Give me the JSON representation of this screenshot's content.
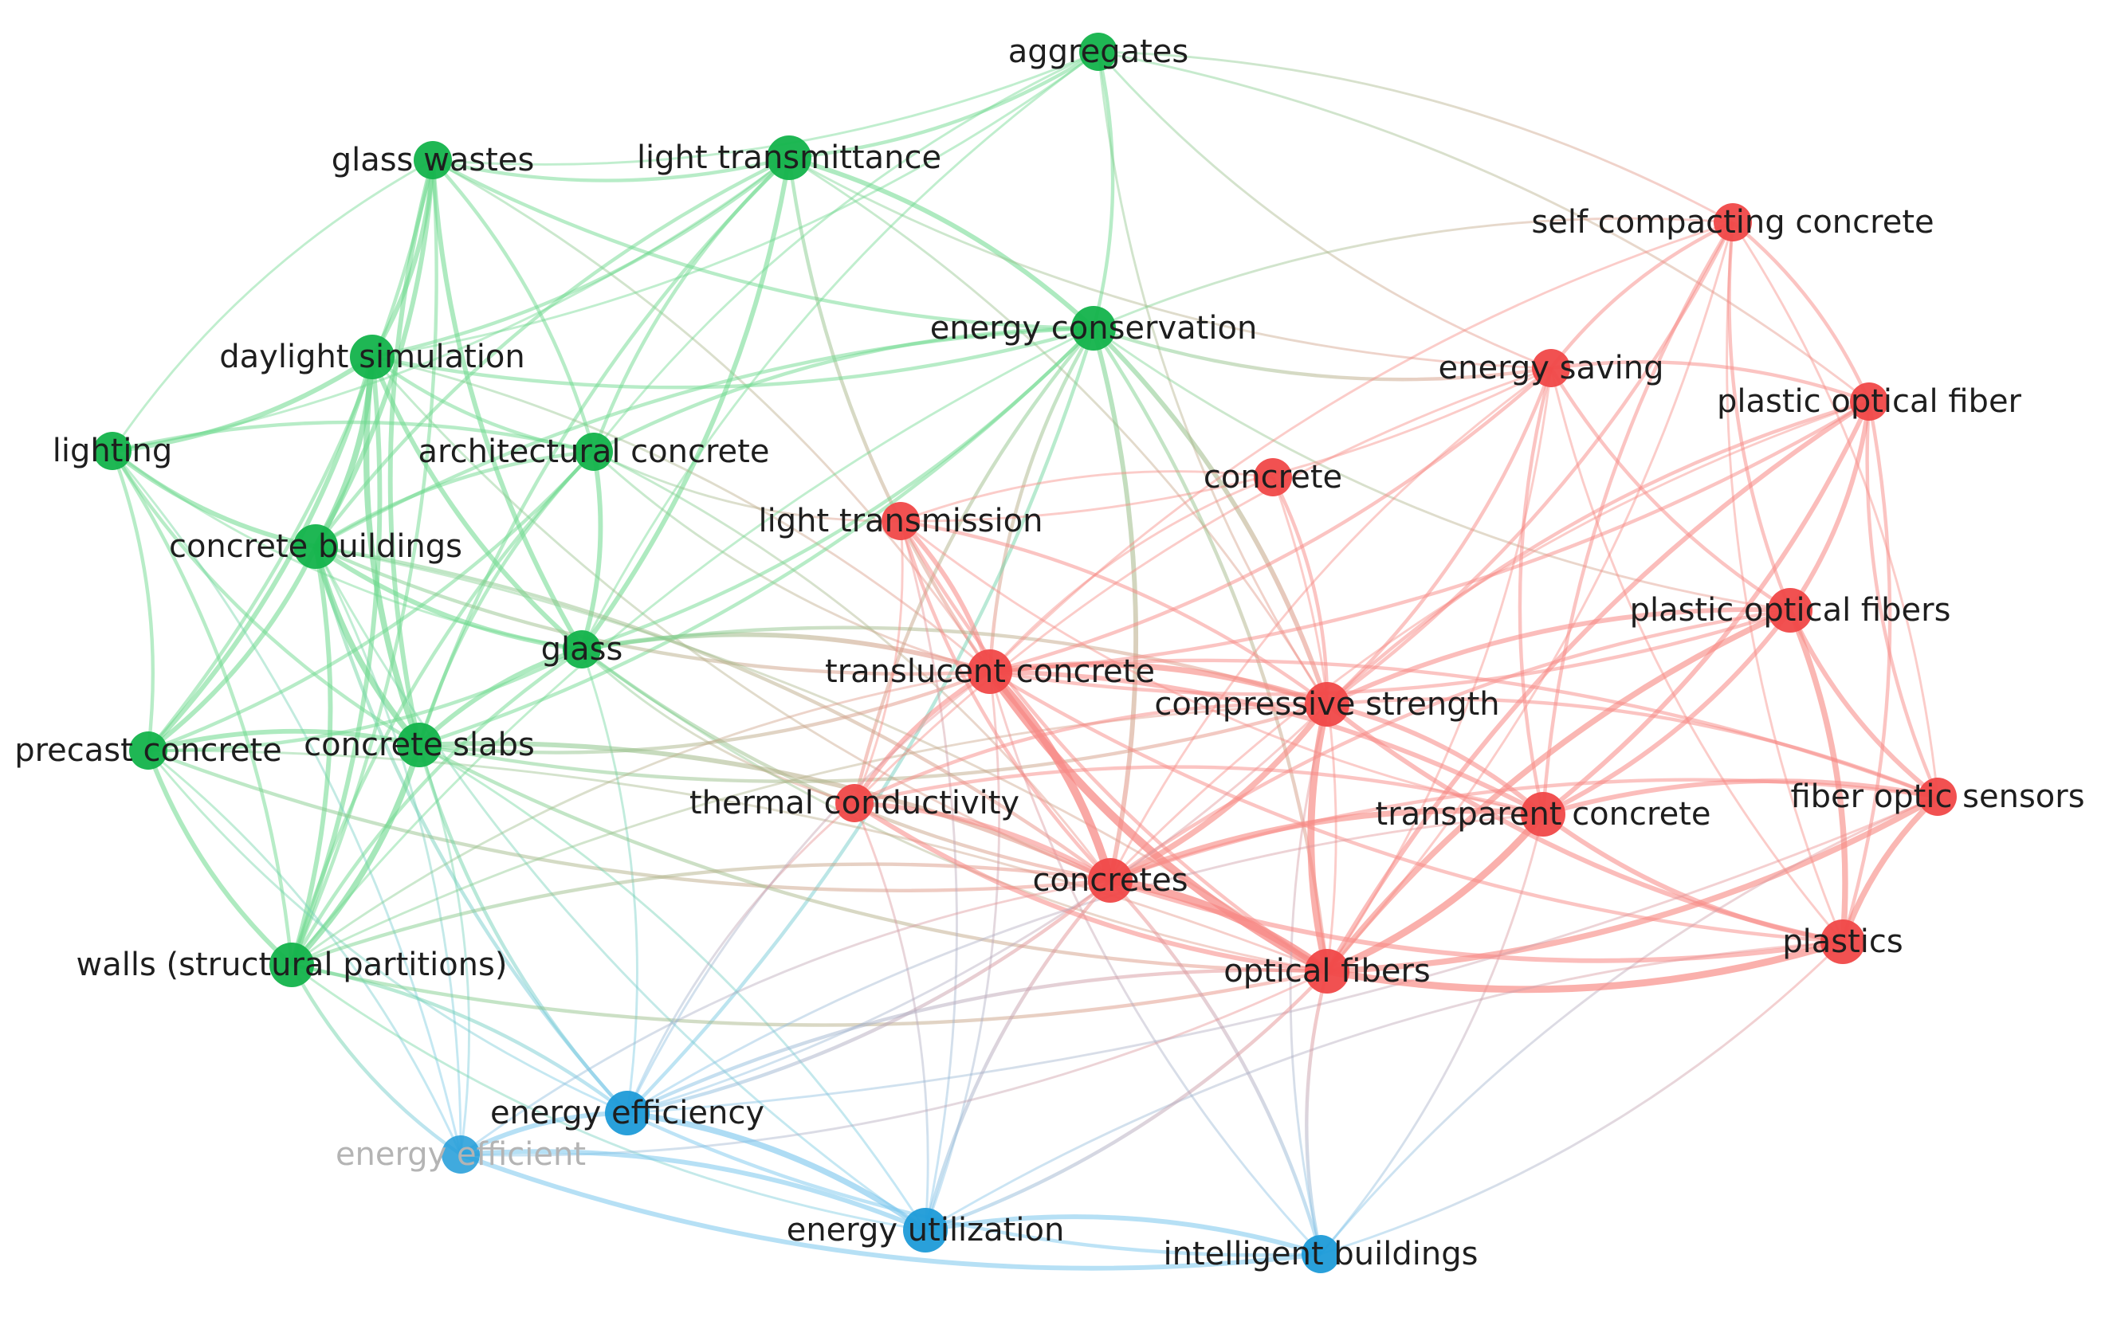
{
  "clusters": {
    "green": {
      "color": "#13b34b",
      "edge_color": "#6fd98f"
    },
    "red": {
      "color": "#f04848",
      "edge_color": "#f78a85"
    },
    "blue": {
      "color": "#1e9bd8",
      "edge_color": "#7cc7ee"
    }
  },
  "nodes": [
    {
      "id": "aggregates",
      "label": "aggregates",
      "cluster": "green",
      "weight": 2
    },
    {
      "id": "glass-wastes",
      "label": "glass wastes",
      "cluster": "green",
      "weight": 2
    },
    {
      "id": "light-transmittance",
      "label": "light transmittance",
      "cluster": "green",
      "weight": 3
    },
    {
      "id": "daylight-simulation",
      "label": "daylight simulation",
      "cluster": "green",
      "weight": 3
    },
    {
      "id": "lighting",
      "label": "lighting",
      "cluster": "green",
      "weight": 2
    },
    {
      "id": "architectural-concrete",
      "label": "architectural concrete",
      "cluster": "green",
      "weight": 2
    },
    {
      "id": "energy-conservation",
      "label": "energy conservation",
      "cluster": "green",
      "weight": 3
    },
    {
      "id": "concrete-buildings",
      "label": "concrete buildings",
      "cluster": "green",
      "weight": 3
    },
    {
      "id": "glass",
      "label": "glass",
      "cluster": "green",
      "weight": 2
    },
    {
      "id": "precast-concrete",
      "label": "precast concrete",
      "cluster": "green",
      "weight": 2
    },
    {
      "id": "concrete-slabs",
      "label": "concrete slabs",
      "cluster": "green",
      "weight": 3
    },
    {
      "id": "walls",
      "label": "walls (structural partitions)",
      "cluster": "green",
      "weight": 3
    },
    {
      "id": "self-compacting-concrete",
      "label": "self compacting concrete",
      "cluster": "red",
      "weight": 2
    },
    {
      "id": "energy-saving",
      "label": "energy saving",
      "cluster": "red",
      "weight": 2
    },
    {
      "id": "plastic-optical-fiber",
      "label": "plastic optical fiber",
      "cluster": "red",
      "weight": 2
    },
    {
      "id": "concrete",
      "label": "concrete",
      "cluster": "red",
      "weight": 2
    },
    {
      "id": "light-transmission",
      "label": "light transmission",
      "cluster": "red",
      "weight": 2
    },
    {
      "id": "plastic-optical-fibers",
      "label": "plastic optical fibers",
      "cluster": "red",
      "weight": 3
    },
    {
      "id": "translucent-concrete",
      "label": "translucent concrete",
      "cluster": "red",
      "weight": 3
    },
    {
      "id": "compressive-strength",
      "label": "compressive strength",
      "cluster": "red",
      "weight": 3
    },
    {
      "id": "thermal-conductivity",
      "label": "thermal conductivity",
      "cluster": "red",
      "weight": 2
    },
    {
      "id": "transparent-concrete",
      "label": "transparent concrete",
      "cluster": "red",
      "weight": 3
    },
    {
      "id": "fiber-optic-sensors",
      "label": "fiber optic sensors",
      "cluster": "red",
      "weight": 2
    },
    {
      "id": "concretes",
      "label": "concretes",
      "cluster": "red",
      "weight": 3
    },
    {
      "id": "plastics",
      "label": "plastics",
      "cluster": "red",
      "weight": 3
    },
    {
      "id": "optical-fibers",
      "label": "optical fibers",
      "cluster": "red",
      "weight": 3
    },
    {
      "id": "energy-efficiency",
      "label": "energy efficiency",
      "cluster": "blue",
      "weight": 3
    },
    {
      "id": "energy-efficient",
      "label": "energy efficient",
      "cluster": "blue",
      "weight": 2,
      "faded": true
    },
    {
      "id": "energy-utilization",
      "label": "energy utilization",
      "cluster": "blue",
      "weight": 3
    },
    {
      "id": "intelligent-buildings",
      "label": "intelligent buildings",
      "cluster": "blue",
      "weight": 2
    }
  ],
  "edges": [
    [
      "glass-wastes",
      "light-transmittance",
      2
    ],
    [
      "glass-wastes",
      "daylight-simulation",
      3
    ],
    [
      "glass-wastes",
      "lighting",
      1
    ],
    [
      "glass-wastes",
      "architectural-concrete",
      2
    ],
    [
      "glass-wastes",
      "energy-conservation",
      2
    ],
    [
      "glass-wastes",
      "concrete-buildings",
      3
    ],
    [
      "glass-wastes",
      "glass",
      3
    ],
    [
      "glass-wastes",
      "precast-concrete",
      2
    ],
    [
      "glass-wastes",
      "concrete-slabs",
      3
    ],
    [
      "glass-wastes",
      "walls",
      2
    ],
    [
      "glass-wastes",
      "aggregates",
      1
    ],
    [
      "glass-wastes",
      "translucent-concrete",
      1
    ],
    [
      "light-transmittance",
      "aggregates",
      2
    ],
    [
      "light-transmittance",
      "daylight-simulation",
      2
    ],
    [
      "light-transmittance",
      "architectural-concrete",
      2
    ],
    [
      "light-transmittance",
      "energy-conservation",
      3
    ],
    [
      "light-transmittance",
      "concrete-buildings",
      2
    ],
    [
      "light-transmittance",
      "glass",
      3
    ],
    [
      "light-transmittance",
      "concrete-slabs",
      2
    ],
    [
      "light-transmittance",
      "lighting",
      1
    ],
    [
      "light-transmittance",
      "translucent-concrete",
      2
    ],
    [
      "light-transmittance",
      "compressive-strength",
      1
    ],
    [
      "light-transmittance",
      "energy-saving",
      1
    ],
    [
      "aggregates",
      "energy-conservation",
      2
    ],
    [
      "aggregates",
      "glass",
      1
    ],
    [
      "aggregates",
      "daylight-simulation",
      1
    ],
    [
      "aggregates",
      "architectural-concrete",
      1
    ],
    [
      "aggregates",
      "self-compacting-concrete",
      1
    ],
    [
      "aggregates",
      "energy-saving",
      1
    ],
    [
      "aggregates",
      "plastic-optical-fiber",
      1
    ],
    [
      "aggregates",
      "compressive-strength",
      1
    ],
    [
      "daylight-simulation",
      "lighting",
      3
    ],
    [
      "daylight-simulation",
      "architectural-concrete",
      2
    ],
    [
      "daylight-simulation",
      "concrete-buildings",
      4
    ],
    [
      "daylight-simulation",
      "glass",
      3
    ],
    [
      "daylight-simulation",
      "precast-concrete",
      3
    ],
    [
      "daylight-simulation",
      "concrete-slabs",
      4
    ],
    [
      "daylight-simulation",
      "walls",
      3
    ],
    [
      "daylight-simulation",
      "energy-conservation",
      2
    ],
    [
      "daylight-simulation",
      "translucent-concrete",
      1
    ],
    [
      "daylight-simulation",
      "concretes",
      1
    ],
    [
      "lighting",
      "architectural-concrete",
      2
    ],
    [
      "lighting",
      "concrete-buildings",
      3
    ],
    [
      "lighting",
      "precast-concrete",
      2
    ],
    [
      "lighting",
      "concrete-slabs",
      2
    ],
    [
      "lighting",
      "walls",
      2
    ],
    [
      "lighting",
      "glass",
      1
    ],
    [
      "lighting",
      "energy-efficient",
      1
    ],
    [
      "architectural-concrete",
      "concrete-buildings",
      2
    ],
    [
      "architectural-concrete",
      "glass",
      3
    ],
    [
      "architectural-concrete",
      "concrete-slabs",
      2
    ],
    [
      "architectural-concrete",
      "precast-concrete",
      2
    ],
    [
      "architectural-concrete",
      "walls",
      2
    ],
    [
      "architectural-concrete",
      "energy-conservation",
      2
    ],
    [
      "architectural-concrete",
      "translucent-concrete",
      1
    ],
    [
      "architectural-concrete",
      "concretes",
      1
    ],
    [
      "architectural-concrete",
      "light-transmission",
      1
    ],
    [
      "energy-conservation",
      "glass",
      2
    ],
    [
      "energy-conservation",
      "concrete-buildings",
      2
    ],
    [
      "energy-conservation",
      "concrete-slabs",
      2
    ],
    [
      "energy-conservation",
      "energy-saving",
      2
    ],
    [
      "energy-conservation",
      "compressive-strength",
      3
    ],
    [
      "energy-conservation",
      "translucent-concrete",
      2
    ],
    [
      "energy-conservation",
      "concretes",
      3
    ],
    [
      "energy-conservation",
      "thermal-conductivity",
      2
    ],
    [
      "energy-conservation",
      "energy-efficiency",
      2
    ],
    [
      "energy-conservation",
      "walls",
      1
    ],
    [
      "energy-conservation",
      "optical-fibers",
      2
    ],
    [
      "energy-conservation",
      "plastic-optical-fibers",
      1
    ],
    [
      "energy-conservation",
      "self-compacting-concrete",
      1
    ],
    [
      "concrete-buildings",
      "glass",
      3
    ],
    [
      "concrete-buildings",
      "precast-concrete",
      3
    ],
    [
      "concrete-buildings",
      "concrete-slabs",
      4
    ],
    [
      "concrete-buildings",
      "walls",
      3
    ],
    [
      "concrete-buildings",
      "energy-efficiency",
      2
    ],
    [
      "concrete-buildings",
      "energy-efficient",
      1
    ],
    [
      "concrete-buildings",
      "translucent-concrete",
      2
    ],
    [
      "concrete-buildings",
      "concretes",
      2
    ],
    [
      "concrete-buildings",
      "energy-utilization",
      1
    ],
    [
      "concrete-buildings",
      "optical-fibers",
      1
    ],
    [
      "glass",
      "concrete-slabs",
      3
    ],
    [
      "glass",
      "precast-concrete",
      2
    ],
    [
      "glass",
      "walls",
      2
    ],
    [
      "glass",
      "translucent-concrete",
      3
    ],
    [
      "glass",
      "concretes",
      2
    ],
    [
      "glass",
      "compressive-strength",
      2
    ],
    [
      "glass",
      "thermal-conductivity",
      1
    ],
    [
      "glass",
      "energy-efficiency",
      1
    ],
    [
      "glass",
      "optical-fibers",
      1
    ],
    [
      "precast-concrete",
      "concrete-slabs",
      3
    ],
    [
      "precast-concrete",
      "walls",
      3
    ],
    [
      "precast-concrete",
      "energy-efficient",
      1
    ],
    [
      "precast-concrete",
      "concretes",
      2
    ],
    [
      "precast-concrete",
      "optical-fibers",
      1
    ],
    [
      "precast-concrete",
      "energy-efficiency",
      1
    ],
    [
      "concrete-slabs",
      "walls",
      4
    ],
    [
      "concrete-slabs",
      "energy-efficiency",
      2
    ],
    [
      "concrete-slabs",
      "energy-efficient",
      1
    ],
    [
      "concrete-slabs",
      "translucent-concrete",
      2
    ],
    [
      "concrete-slabs",
      "concretes",
      3
    ],
    [
      "concrete-slabs",
      "compressive-strength",
      2
    ],
    [
      "concrete-slabs",
      "energy-utilization",
      1
    ],
    [
      "concrete-slabs",
      "optical-fibers",
      2
    ],
    [
      "walls",
      "energy-efficiency",
      2
    ],
    [
      "walls",
      "energy-efficient",
      2
    ],
    [
      "walls",
      "concretes",
      2
    ],
    [
      "walls",
      "optical-fibers",
      2
    ],
    [
      "walls",
      "translucent-concrete",
      1
    ],
    [
      "walls",
      "energy-utilization",
      1
    ],
    [
      "walls",
      "compressive-strength",
      1
    ],
    [
      "self-compacting-concrete",
      "energy-saving",
      2
    ],
    [
      "self-compacting-concrete",
      "plastic-optical-fiber",
      2
    ],
    [
      "self-compacting-concrete",
      "plastic-optical-fibers",
      2
    ],
    [
      "self-compacting-concrete",
      "compressive-strength",
      2
    ],
    [
      "self-compacting-concrete",
      "transparent-concrete",
      2
    ],
    [
      "self-compacting-concrete",
      "fiber-optic-sensors",
      1
    ],
    [
      "self-compacting-concrete",
      "plastics",
      1
    ],
    [
      "self-compacting-concrete",
      "optical-fibers",
      1
    ],
    [
      "self-compacting-concrete",
      "translucent-concrete",
      1
    ],
    [
      "energy-saving",
      "plastic-optical-fiber",
      2
    ],
    [
      "energy-saving",
      "plastic-optical-fibers",
      2
    ],
    [
      "energy-saving",
      "compressive-strength",
      2
    ],
    [
      "energy-saving",
      "transparent-concrete",
      2
    ],
    [
      "energy-saving",
      "translucent-concrete",
      2
    ],
    [
      "energy-saving",
      "concretes",
      1
    ],
    [
      "energy-saving",
      "optical-fibers",
      1
    ],
    [
      "energy-saving",
      "plastics",
      1
    ],
    [
      "energy-saving",
      "light-transmission",
      1
    ],
    [
      "energy-saving",
      "thermal-conductivity",
      1
    ],
    [
      "plastic-optical-fiber",
      "plastic-optical-fibers",
      3
    ],
    [
      "plastic-optical-fiber",
      "compressive-strength",
      2
    ],
    [
      "plastic-optical-fiber",
      "transparent-concrete",
      3
    ],
    [
      "plastic-optical-fiber",
      "fiber-optic-sensors",
      2
    ],
    [
      "plastic-optical-fiber",
      "plastics",
      2
    ],
    [
      "plastic-optical-fiber",
      "optical-fibers",
      3
    ],
    [
      "plastic-optical-fiber",
      "translucent-concrete",
      2
    ],
    [
      "plastic-optical-fiber",
      "concretes",
      1
    ],
    [
      "concrete",
      "compressive-strength",
      2
    ],
    [
      "concrete",
      "translucent-concrete",
      1
    ],
    [
      "concrete",
      "optical-fibers",
      1
    ],
    [
      "concrete",
      "light-transmission",
      1
    ],
    [
      "light-transmission",
      "translucent-concrete",
      3
    ],
    [
      "light-transmission",
      "concretes",
      2
    ],
    [
      "light-transmission",
      "compressive-strength",
      2
    ],
    [
      "light-transmission",
      "optical-fibers",
      2
    ],
    [
      "light-transmission",
      "thermal-conductivity",
      1
    ],
    [
      "light-transmission",
      "transparent-concrete",
      1
    ],
    [
      "light-transmission",
      "energy-utilization",
      1
    ],
    [
      "plastic-optical-fibers",
      "compressive-strength",
      3
    ],
    [
      "plastic-optical-fibers",
      "transparent-concrete",
      3
    ],
    [
      "plastic-optical-fibers",
      "fiber-optic-sensors",
      3
    ],
    [
      "plastic-optical-fibers",
      "plastics",
      4
    ],
    [
      "plastic-optical-fibers",
      "optical-fibers",
      4
    ],
    [
      "plastic-optical-fibers",
      "translucent-concrete",
      2
    ],
    [
      "plastic-optical-fibers",
      "concretes",
      2
    ],
    [
      "translucent-concrete",
      "compressive-strength",
      4
    ],
    [
      "translucent-concrete",
      "thermal-conductivity",
      3
    ],
    [
      "translucent-concrete",
      "concretes",
      6
    ],
    [
      "translucent-concrete",
      "optical-fibers",
      6
    ],
    [
      "translucent-concrete",
      "transparent-concrete",
      3
    ],
    [
      "translucent-concrete",
      "plastics",
      2
    ],
    [
      "translucent-concrete",
      "fiber-optic-sensors",
      2
    ],
    [
      "translucent-concrete",
      "energy-efficiency",
      1
    ],
    [
      "translucent-concrete",
      "energy-utilization",
      1
    ],
    [
      "translucent-concrete",
      "intelligent-buildings",
      1
    ],
    [
      "compressive-strength",
      "concretes",
      4
    ],
    [
      "compressive-strength",
      "optical-fibers",
      5
    ],
    [
      "compressive-strength",
      "transparent-concrete",
      3
    ],
    [
      "compressive-strength",
      "plastics",
      3
    ],
    [
      "compressive-strength",
      "fiber-optic-sensors",
      2
    ],
    [
      "compressive-strength",
      "thermal-conductivity",
      2
    ],
    [
      "compressive-strength",
      "energy-efficiency",
      1
    ],
    [
      "compressive-strength",
      "intelligent-buildings",
      1
    ],
    [
      "thermal-conductivity",
      "concretes",
      3
    ],
    [
      "thermal-conductivity",
      "optical-fibers",
      3
    ],
    [
      "thermal-conductivity",
      "transparent-concrete",
      2
    ],
    [
      "thermal-conductivity",
      "energy-efficiency",
      1
    ],
    [
      "thermal-conductivity",
      "energy-utilization",
      1
    ],
    [
      "transparent-concrete",
      "concretes",
      4
    ],
    [
      "transparent-concrete",
      "optical-fibers",
      5
    ],
    [
      "transparent-concrete",
      "plastics",
      3
    ],
    [
      "transparent-concrete",
      "fiber-optic-sensors",
      3
    ],
    [
      "transparent-concrete",
      "energy-efficiency",
      1
    ],
    [
      "transparent-concrete",
      "intelligent-buildings",
      1
    ],
    [
      "fiber-optic-sensors",
      "plastics",
      4
    ],
    [
      "fiber-optic-sensors",
      "optical-fibers",
      4
    ],
    [
      "fiber-optic-sensors",
      "concretes",
      2
    ],
    [
      "fiber-optic-sensors",
      "energy-efficiency",
      1
    ],
    [
      "fiber-optic-sensors",
      "intelligent-buildings",
      1
    ],
    [
      "concretes",
      "optical-fibers",
      6
    ],
    [
      "concretes",
      "plastics",
      3
    ],
    [
      "concretes",
      "energy-efficiency",
      2
    ],
    [
      "concretes",
      "energy-utilization",
      2
    ],
    [
      "concretes",
      "intelligent-buildings",
      2
    ],
    [
      "concretes",
      "energy-efficient",
      1
    ],
    [
      "plastics",
      "optical-fibers",
      5
    ],
    [
      "plastics",
      "energy-utilization",
      1
    ],
    [
      "plastics",
      "intelligent-buildings",
      1
    ],
    [
      "optical-fibers",
      "energy-efficiency",
      2
    ],
    [
      "optical-fibers",
      "energy-utilization",
      2
    ],
    [
      "optical-fibers",
      "intelligent-buildings",
      2
    ],
    [
      "optical-fibers",
      "energy-efficient",
      1
    ],
    [
      "energy-efficiency",
      "energy-efficient",
      3
    ],
    [
      "energy-efficiency",
      "energy-utilization",
      4
    ],
    [
      "energy-efficiency",
      "intelligent-buildings",
      2
    ],
    [
      "energy-efficient",
      "energy-utilization",
      3
    ],
    [
      "energy-efficient",
      "intelligent-buildings",
      3
    ],
    [
      "energy-utilization",
      "intelligent-buildings",
      3
    ]
  ]
}
